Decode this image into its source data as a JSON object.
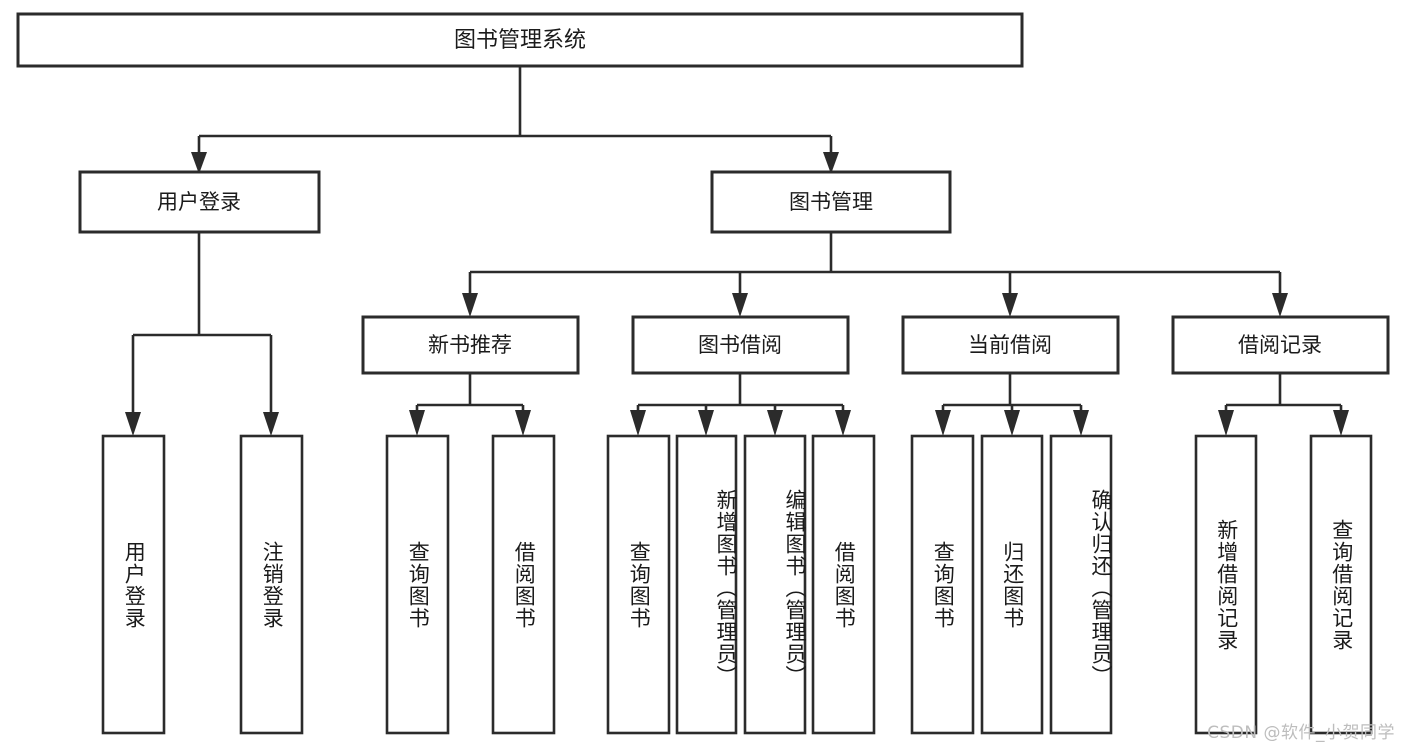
{
  "diagram": {
    "type": "tree",
    "title": "图书管理系统",
    "watermark": "CSDN @软件_小贺同学",
    "root": {
      "label": "图书管理系统"
    },
    "level1": [
      {
        "label": "用户登录"
      },
      {
        "label": "图书管理"
      }
    ],
    "level2": [
      {
        "label": "新书推荐"
      },
      {
        "label": "图书借阅"
      },
      {
        "label": "当前借阅"
      },
      {
        "label": "借阅记录"
      }
    ],
    "leaves": {
      "user_login": [
        {
          "label": "用户登录"
        },
        {
          "label": "注销登录"
        }
      ],
      "new_book_recommend": [
        {
          "label": "查询图书"
        },
        {
          "label": "借阅图书"
        }
      ],
      "book_borrow": [
        {
          "label": "查询图书"
        },
        {
          "label": "新增图书（管理员）"
        },
        {
          "label": "编辑图书（管理员）"
        },
        {
          "label": "借阅图书"
        }
      ],
      "current_borrow": [
        {
          "label": "查询图书"
        },
        {
          "label": "归还图书"
        },
        {
          "label": "确认归还（管理员）"
        }
      ],
      "borrow_records": [
        {
          "label": "新增借阅记录"
        },
        {
          "label": "查询借阅记录"
        }
      ]
    },
    "colors": {
      "stroke": "#2b2b2b",
      "fill": "#ffffff",
      "text": "#1b1b1b",
      "watermark": "#bdbdbd"
    }
  }
}
